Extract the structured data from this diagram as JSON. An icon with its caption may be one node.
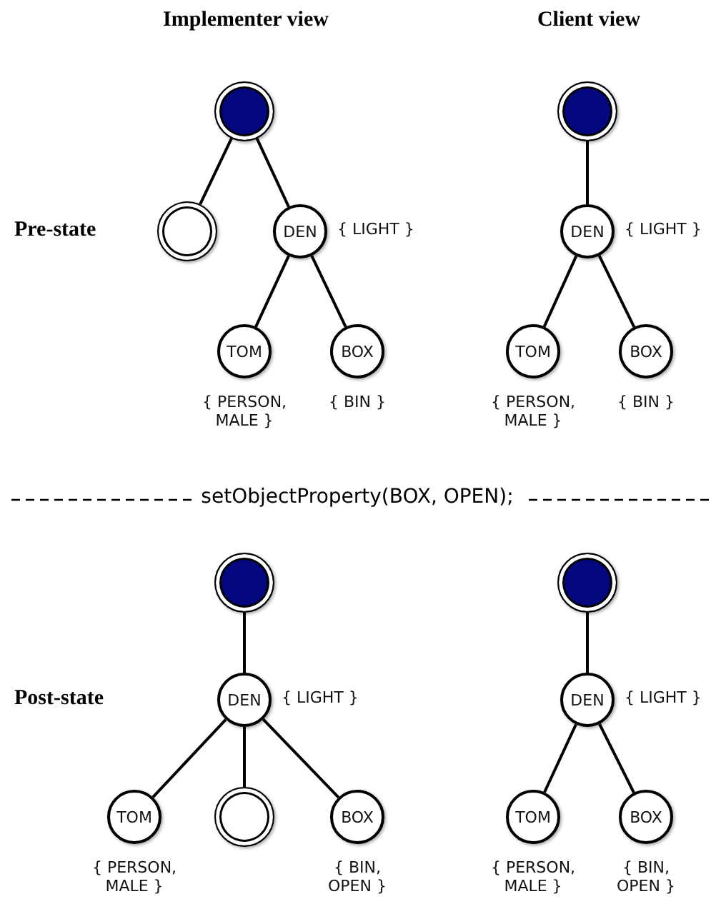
{
  "diagram": {
    "nodes": [
      {
        "text": [],
        "shape": "disc"
      },
      {
        "text": [],
        "shape": "circle"
      },
      {
        "text": [
          "DEN"
        ],
        "beside": [
          "{ LIGHT }"
        ]
      },
      {
        "text": [
          "TOM"
        ],
        "beside": [
          "{ PERSON, MALE }"
        ]
      },
      {
        "text": [
          "BOX"
        ],
        "beside": [
          "{ BIN }"
        ]
      },
      {
        "text": [],
        "shape": "disc"
      },
      {
        "text": [
          "DEN"
        ],
        "beside": [
          "{ LIGHT }"
        ]
      },
      {
        "text": [
          "TOM"
        ],
        "beside": [
          "{ PERSON, MALE }"
        ]
      },
      {
        "text": [
          "BOX"
        ],
        "beside": [
          "{ BIN }"
        ]
      },
      {
        "text": [],
        "shape": "disc"
      },
      {
        "text": [
          "DEN"
        ],
        "beside": [
          "{ LIGHT }"
        ]
      },
      {
        "text": [
          "TOM"
        ],
        "beside": [
          "{ PERSON, MALE }"
        ]
      },
      {
        "text": [],
        "shape": "circle"
      },
      {
        "text": [
          "BOX"
        ],
        "beside": [
          "{ BIN, OPEN }"
        ]
      },
      {
        "text": [],
        "shape": "disc"
      },
      {
        "text": [
          "DEN"
        ],
        "beside": [
          "{ LIGHT }"
        ]
      },
      {
        "text": [
          "TOM"
        ],
        "beside": [
          "{ PERSON, MALE }"
        ]
      },
      {
        "text": [
          "BOX"
        ],
        "beside": [
          "{ BIN, OPEN }"
        ]
      }
    ],
    "edges": [
      {
        "from": 0,
        "to": 1,
        "arrow": "none"
      },
      {
        "from": 0,
        "to": 2,
        "arrow": "none"
      },
      {
        "from": 2,
        "to": 3,
        "arrow": "none"
      },
      {
        "from": 2,
        "to": 4,
        "arrow": "none"
      },
      {
        "from": 5,
        "to": 6,
        "arrow": "none"
      },
      {
        "from": 6,
        "to": 7,
        "arrow": "none"
      },
      {
        "from": 6,
        "to": 8,
        "arrow": "none"
      },
      {
        "from": 9,
        "to": 10,
        "arrow": "none"
      },
      {
        "from": 10,
        "to": 11,
        "arrow": "none"
      },
      {
        "from": 10,
        "to": 12,
        "arrow": "none"
      },
      {
        "from": 10,
        "to": 13,
        "arrow": "none"
      },
      {
        "from": 14,
        "to": 15,
        "arrow": "none"
      },
      {
        "from": 15,
        "to": 16,
        "arrow": "none"
      },
      {
        "from": 15,
        "to": 17,
        "arrow": "none"
      }
    ],
    "labels": [
      "Implementer view",
      "Client view",
      "Pre-state",
      "setObjectProperty(BOX, OPEN);",
      "Post-state"
    ]
  }
}
